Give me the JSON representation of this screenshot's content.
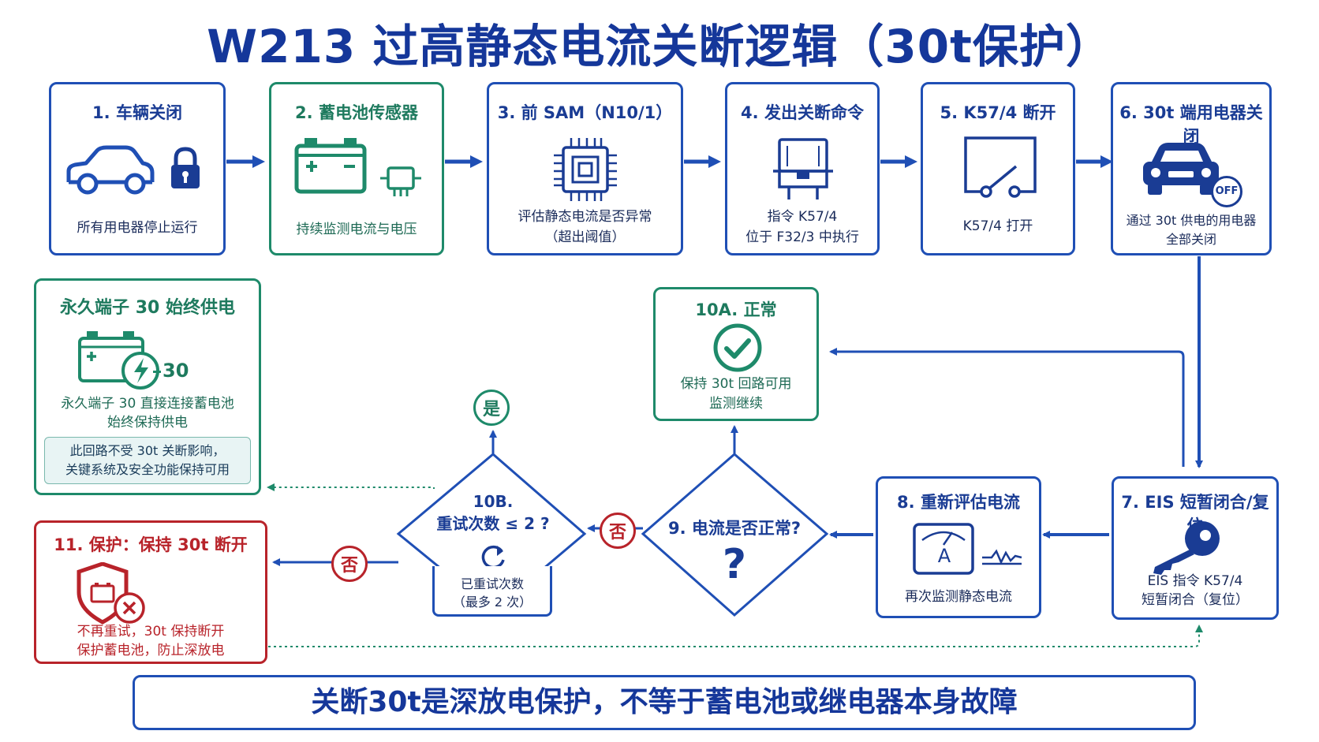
{
  "title": "W213 过高静态电流关断逻辑（30t保护）",
  "steps": {
    "s1": {
      "title": "1. 车辆关闭",
      "text": "所有用电器停止运行"
    },
    "s2": {
      "title": "2. 蓄电池传感器",
      "text": "持续监测电流与电压"
    },
    "s3": {
      "title": "3. 前 SAM（N10/1）",
      "line1": "评估静态电流是否异常",
      "line2": "（超出阈值）"
    },
    "s4": {
      "title": "4. 发出关断命令",
      "line1": "指令 K57/4",
      "line2": "位于 F32/3 中执行"
    },
    "s5": {
      "title": "5. K57/4 断开",
      "text": "K57/4 打开"
    },
    "s6": {
      "title": "6. 30t 端用电器关闭",
      "line1": "通过 30t 供电的用电器",
      "line2": "全部关闭",
      "off_label": "OFF"
    },
    "s7": {
      "title": "7. EIS 短暂闭合/复位",
      "line1": "EIS 指令 K57/4",
      "line2": "短暂闭合（复位）"
    },
    "s8": {
      "title": "8. 重新评估电流",
      "text": "再次监测静态电流",
      "meter_label": "A"
    },
    "s9": {
      "title": "9. 电流是否正常?",
      "mark": "?"
    },
    "s10a": {
      "title": "10A. 正常",
      "line1": "保持 30t 回路可用",
      "line2": "监测继续"
    },
    "s10b": {
      "line1": "10B.",
      "line2": "重试次数 ≤ 2 ?",
      "line3": "已重试次数",
      "line4": "（最多 2 次）"
    },
    "s11": {
      "title": "11. 保护：保持 30t 断开",
      "line1": "不再重试，30t 保持断开",
      "line2": "保护蓄电池，防止深放电"
    }
  },
  "permanent": {
    "title": "永久端子 30 始终供电",
    "terminal": "30",
    "line1": "永久端子 30 直接连接蓄电池",
    "line2": "始终保持供电",
    "note1": "此回路不受 30t 关断影响，",
    "note2": "关键系统及安全功能保持可用"
  },
  "badges": {
    "yes": "是",
    "no": "否"
  },
  "footer": "关断30t是深放电保护，不等于蓄电池或继电器本身故障",
  "colors": {
    "blue": "#1f4fb5",
    "green": "#1e8a6a",
    "red": "#b8232a",
    "navy": "#15379a"
  }
}
